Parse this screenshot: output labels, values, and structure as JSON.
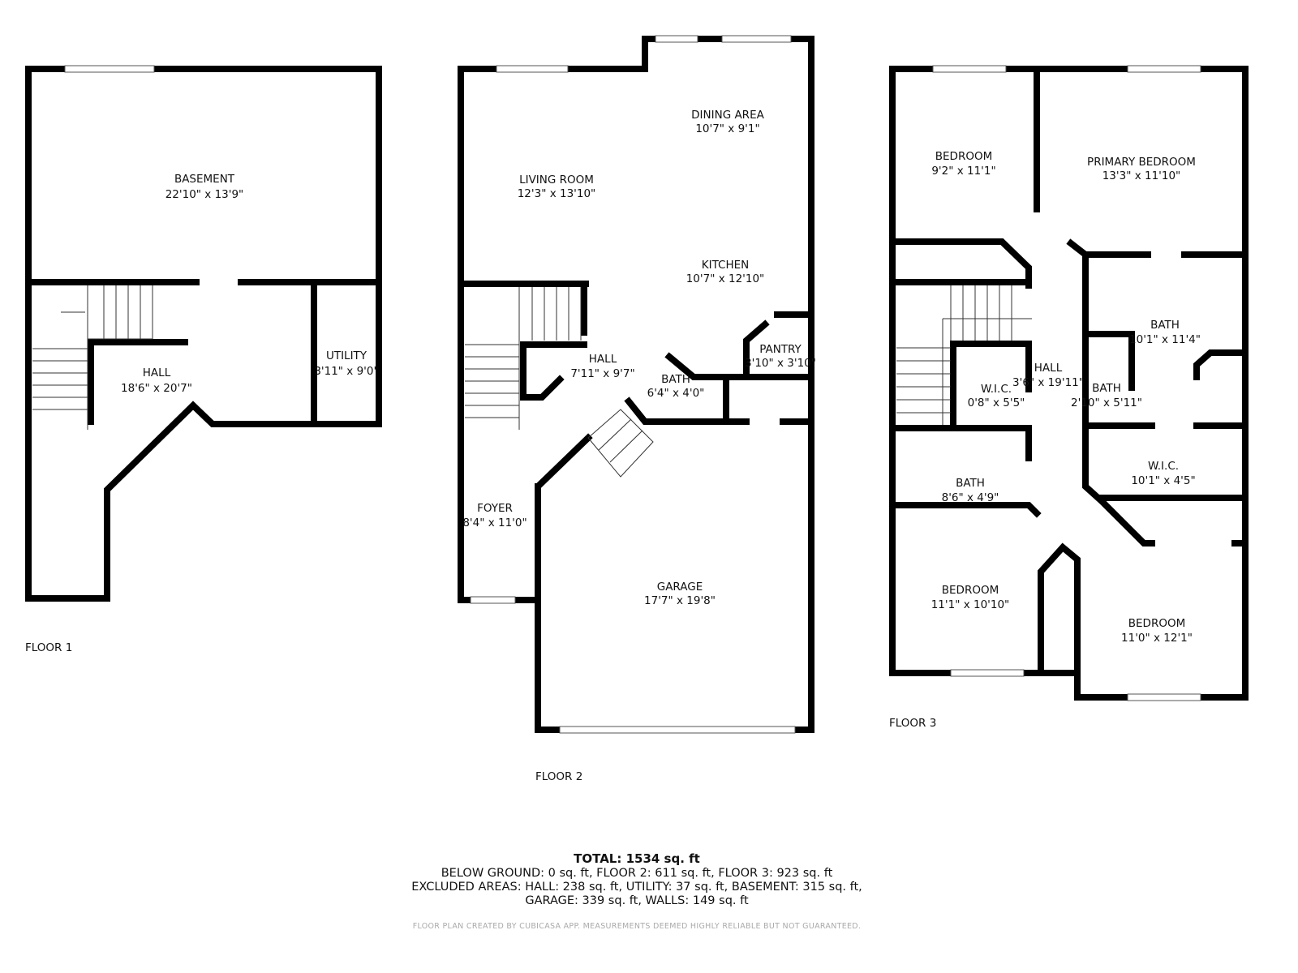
{
  "floors": [
    {
      "label": "FLOOR 1",
      "rooms": [
        {
          "name": "BASEMENT",
          "size": "22'10\" x 13'9\""
        },
        {
          "name": "HALL",
          "size": "18'6\" x 20'7\""
        },
        {
          "name": "UTILITY",
          "size": "3'11\" x 9'0\""
        }
      ]
    },
    {
      "label": "FLOOR 2",
      "rooms": [
        {
          "name": "DINING AREA",
          "size": "10'7\" x 9'1\""
        },
        {
          "name": "LIVING ROOM",
          "size": "12'3\" x 13'10\""
        },
        {
          "name": "KITCHEN",
          "size": "10'7\" x 12'10\""
        },
        {
          "name": "PANTRY",
          "size": "3'10\" x 3'10\""
        },
        {
          "name": "HALL",
          "size": "7'11\" x 9'7\""
        },
        {
          "name": "BATH",
          "size": "6'4\" x 4'0\""
        },
        {
          "name": "FOYER",
          "size": "8'4\" x 11'0\""
        },
        {
          "name": "GARAGE",
          "size": "17'7\" x 19'8\""
        }
      ]
    },
    {
      "label": "FLOOR 3",
      "rooms": [
        {
          "name": "BEDROOM",
          "size": "9'2\" x 11'1\""
        },
        {
          "name": "PRIMARY BEDROOM",
          "size": "13'3\" x 11'10\""
        },
        {
          "name": "BATH",
          "size": "10'1\" x 11'4\""
        },
        {
          "name": "HALL",
          "size": "3'6\" x 19'11\""
        },
        {
          "name": "W.I.C.",
          "size": "0'8\" x 5'5\""
        },
        {
          "name": "BATH",
          "size": "2'10\" x 5'11\""
        },
        {
          "name": "W.I.C.",
          "size": "10'1\" x 4'5\""
        },
        {
          "name": "BATH",
          "size": "8'6\" x 4'9\""
        },
        {
          "name": "BEDROOM",
          "size": "11'1\" x 10'10\""
        },
        {
          "name": "BEDROOM",
          "size": "11'0\" x 12'1\""
        }
      ]
    }
  ],
  "summary": {
    "total": "TOTAL: 1534 sq. ft",
    "line1": "BELOW GROUND: 0 sq. ft, FLOOR 2: 611 sq. ft, FLOOR 3: 923 sq. ft",
    "line2": "EXCLUDED AREAS: HALL: 238 sq. ft, UTILITY: 37 sq. ft, BASEMENT: 315 sq. ft,",
    "line3": "GARAGE: 339 sq. ft, WALLS: 149 sq. ft",
    "disclaimer": "FLOOR PLAN CREATED BY CUBICASA APP. MEASUREMENTS DEEMED HIGHLY RELIABLE BUT NOT GUARANTEED."
  }
}
